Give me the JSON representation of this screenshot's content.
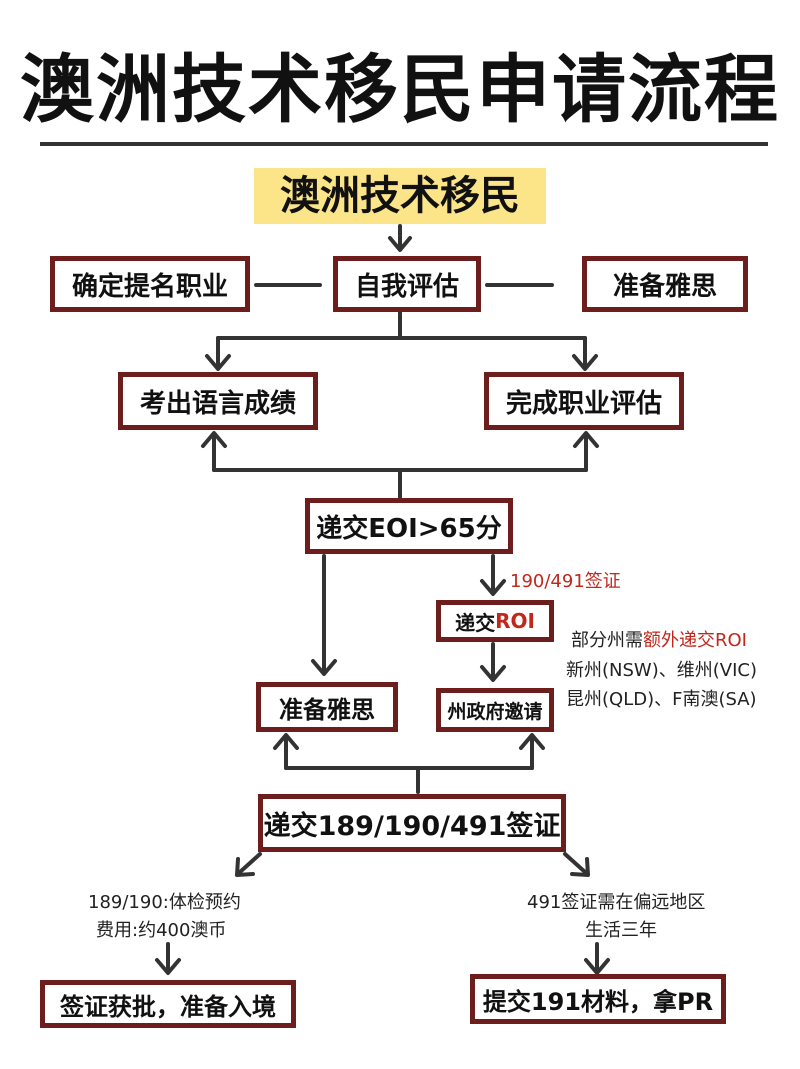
{
  "title": "澳洲技术移民申请流程",
  "start": "澳洲技术移民",
  "nodes": {
    "nominate": "确定提名职业",
    "self_assess": "自我评估",
    "prep_ielts_top": "准备雅思",
    "language_score": "考出语言成绩",
    "skills_assess": "完成职业评估",
    "eoi": "递交EOI>65分",
    "roi_prefix": "递交",
    "roi_suffix": "ROI",
    "prep_ielts_bottom": "准备雅思",
    "state_invite": "州政府邀请",
    "visa_submit": "递交189/190/491签证",
    "visa_granted": "签证获批，准备入境",
    "submit_191": "提交191材料，拿PR"
  },
  "notes": {
    "visa_190_491": "190/491签证",
    "roi_note_prefix": "部分州需",
    "roi_note_highlight": "额外递交ROI",
    "roi_note_line2": "新州(NSW)、维州(VIC)",
    "roi_note_line3": "昆州(QLD)、F南澳(SA)",
    "medical_line1": "189/190:体检预约",
    "medical_line2": "费用:约400澳币",
    "remote_line1": "491签证需在偏远地区",
    "remote_line2": "生活三年"
  },
  "colors": {
    "box_border": "#6e1d1d",
    "highlight": "#fce588",
    "accent_red": "#c0281c",
    "line": "#333333"
  }
}
